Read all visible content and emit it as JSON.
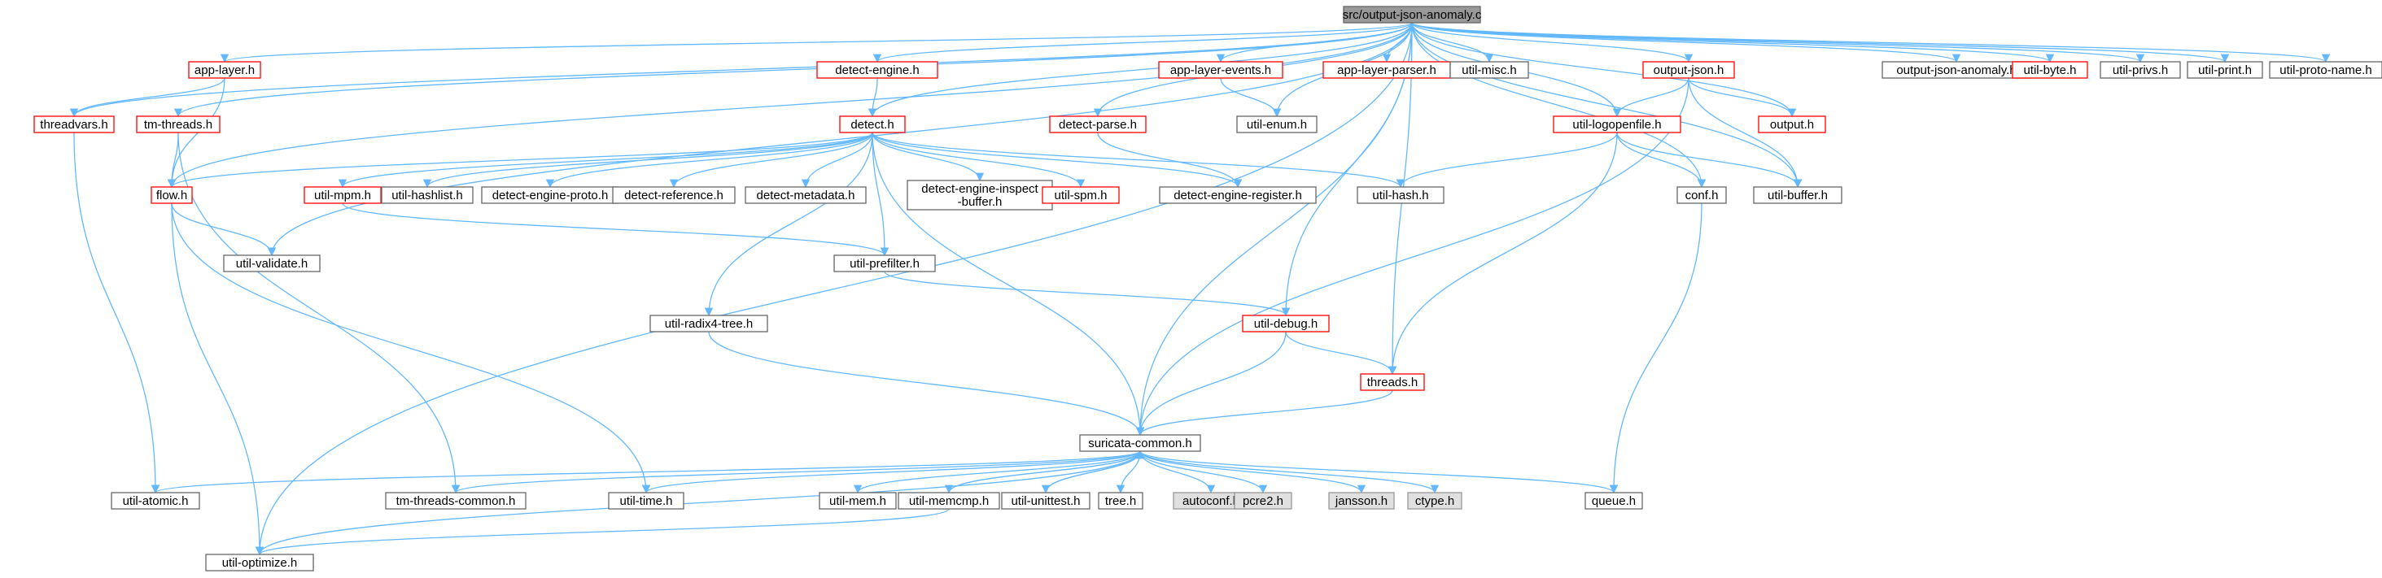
{
  "colors": {
    "edge": "#63b8ff",
    "root_fill": "#999999",
    "root_border": "#666666",
    "normal_fill": "#ffffff",
    "normal_border": "#666666",
    "truncated_border": "#ff0000",
    "external_fill": "#e0e0e0",
    "external_border": "#999999"
  },
  "nodes": [
    {
      "id": "root",
      "label": "src/output-json-anomaly.c",
      "style": "root"
    },
    {
      "id": "app_layer",
      "label": "app-layer.h",
      "style": "truncated"
    },
    {
      "id": "detect_engine",
      "label": "detect-engine.h",
      "style": "truncated"
    },
    {
      "id": "app_layer_events",
      "label": "app-layer-events.h",
      "style": "truncated"
    },
    {
      "id": "app_layer_parser",
      "label": "app-layer-parser.h",
      "style": "truncated"
    },
    {
      "id": "util_misc",
      "label": "util-misc.h",
      "style": "normal"
    },
    {
      "id": "output_json",
      "label": "output-json.h",
      "style": "truncated"
    },
    {
      "id": "output_json_anomaly_h",
      "label": "output-json-anomaly.h",
      "style": "normal"
    },
    {
      "id": "util_byte",
      "label": "util-byte.h",
      "style": "truncated"
    },
    {
      "id": "util_privs",
      "label": "util-privs.h",
      "style": "normal"
    },
    {
      "id": "util_print",
      "label": "util-print.h",
      "style": "normal"
    },
    {
      "id": "util_proto_name",
      "label": "util-proto-name.h",
      "style": "normal"
    },
    {
      "id": "threadvars",
      "label": "threadvars.h",
      "style": "truncated"
    },
    {
      "id": "tm_threads",
      "label": "tm-threads.h",
      "style": "truncated"
    },
    {
      "id": "detect",
      "label": "detect.h",
      "style": "truncated"
    },
    {
      "id": "detect_parse",
      "label": "detect-parse.h",
      "style": "truncated"
    },
    {
      "id": "util_enum",
      "label": "util-enum.h",
      "style": "normal"
    },
    {
      "id": "util_logopenfile",
      "label": "util-logopenfile.h",
      "style": "truncated"
    },
    {
      "id": "output_h",
      "label": "output.h",
      "style": "truncated"
    },
    {
      "id": "flow",
      "label": "flow.h",
      "style": "truncated"
    },
    {
      "id": "util_mpm",
      "label": "util-mpm.h",
      "style": "truncated"
    },
    {
      "id": "util_hashlist",
      "label": "util-hashlist.h",
      "style": "normal"
    },
    {
      "id": "detect_engine_proto",
      "label": "detect-engine-proto.h",
      "style": "normal"
    },
    {
      "id": "detect_reference",
      "label": "detect-reference.h",
      "style": "normal"
    },
    {
      "id": "detect_metadata",
      "label": "detect-metadata.h",
      "style": "normal"
    },
    {
      "id": "detect_engine_inspect_buffer",
      "label": "detect-engine-inspect\n-buffer.h",
      "style": "normal"
    },
    {
      "id": "util_spm",
      "label": "util-spm.h",
      "style": "truncated"
    },
    {
      "id": "detect_engine_register",
      "label": "detect-engine-register.h",
      "style": "normal"
    },
    {
      "id": "util_hash",
      "label": "util-hash.h",
      "style": "normal"
    },
    {
      "id": "conf",
      "label": "conf.h",
      "style": "normal"
    },
    {
      "id": "util_buffer",
      "label": "util-buffer.h",
      "style": "normal"
    },
    {
      "id": "util_validate",
      "label": "util-validate.h",
      "style": "normal"
    },
    {
      "id": "util_prefilter",
      "label": "util-prefilter.h",
      "style": "normal"
    },
    {
      "id": "util_radix4_tree",
      "label": "util-radix4-tree.h",
      "style": "normal"
    },
    {
      "id": "util_debug",
      "label": "util-debug.h",
      "style": "truncated"
    },
    {
      "id": "threads",
      "label": "threads.h",
      "style": "truncated"
    },
    {
      "id": "suricata_common",
      "label": "suricata-common.h",
      "style": "normal"
    },
    {
      "id": "util_atomic",
      "label": "util-atomic.h",
      "style": "normal"
    },
    {
      "id": "tm_threads_common",
      "label": "tm-threads-common.h",
      "style": "normal"
    },
    {
      "id": "util_time",
      "label": "util-time.h",
      "style": "normal"
    },
    {
      "id": "util_mem",
      "label": "util-mem.h",
      "style": "normal"
    },
    {
      "id": "util_memcmp",
      "label": "util-memcmp.h",
      "style": "normal"
    },
    {
      "id": "util_unittest",
      "label": "util-unittest.h",
      "style": "normal"
    },
    {
      "id": "tree",
      "label": "tree.h",
      "style": "normal"
    },
    {
      "id": "autoconf",
      "label": "autoconf.h",
      "style": "external"
    },
    {
      "id": "pcre2",
      "label": "pcre2.h",
      "style": "external"
    },
    {
      "id": "jansson",
      "label": "jansson.h",
      "style": "external"
    },
    {
      "id": "ctype",
      "label": "ctype.h",
      "style": "external"
    },
    {
      "id": "queue",
      "label": "queue.h",
      "style": "normal"
    },
    {
      "id": "util_optimize",
      "label": "util-optimize.h",
      "style": "normal"
    }
  ],
  "edges": [
    [
      "root",
      "app_layer"
    ],
    [
      "root",
      "detect_engine"
    ],
    [
      "root",
      "app_layer_events"
    ],
    [
      "root",
      "app_layer_parser"
    ],
    [
      "root",
      "util_misc"
    ],
    [
      "root",
      "output_json"
    ],
    [
      "root",
      "output_json_anomaly_h"
    ],
    [
      "root",
      "util_byte"
    ],
    [
      "root",
      "util_privs"
    ],
    [
      "root",
      "util_print"
    ],
    [
      "root",
      "util_proto_name"
    ],
    [
      "root",
      "threadvars"
    ],
    [
      "root",
      "tm_threads"
    ],
    [
      "root",
      "flow"
    ],
    [
      "root",
      "util_optimize"
    ],
    [
      "root",
      "detect"
    ],
    [
      "root",
      "detect_parse"
    ],
    [
      "root",
      "util_enum"
    ],
    [
      "root",
      "util_logopenfile"
    ],
    [
      "root",
      "output_h"
    ],
    [
      "root",
      "util_buffer"
    ],
    [
      "root",
      "conf"
    ],
    [
      "root",
      "threads"
    ],
    [
      "root",
      "suricata_common"
    ],
    [
      "root",
      "util_debug"
    ],
    [
      "root",
      "util_validate"
    ],
    [
      "app_layer",
      "threadvars"
    ],
    [
      "app_layer",
      "flow"
    ],
    [
      "app_layer_events",
      "util_enum"
    ],
    [
      "detect_engine",
      "detect"
    ],
    [
      "tm_threads",
      "flow"
    ],
    [
      "tm_threads",
      "tm_threads_common"
    ],
    [
      "threadvars",
      "util_atomic"
    ],
    [
      "detect",
      "flow"
    ],
    [
      "detect",
      "util_mpm"
    ],
    [
      "detect",
      "util_hashlist"
    ],
    [
      "detect",
      "detect_engine_proto"
    ],
    [
      "detect",
      "detect_reference"
    ],
    [
      "detect",
      "detect_metadata"
    ],
    [
      "detect",
      "detect_engine_inspect_buffer"
    ],
    [
      "detect",
      "util_spm"
    ],
    [
      "detect",
      "detect_engine_register"
    ],
    [
      "detect",
      "util_hash"
    ],
    [
      "detect",
      "util_prefilter"
    ],
    [
      "detect",
      "util_radix4_tree"
    ],
    [
      "detect",
      "suricata_common"
    ],
    [
      "detect_parse",
      "detect_engine_register"
    ],
    [
      "output_json",
      "util_logopenfile"
    ],
    [
      "output_json",
      "output_h"
    ],
    [
      "output_json",
      "util_buffer"
    ],
    [
      "output_json",
      "suricata_common"
    ],
    [
      "util_logopenfile",
      "util_hash"
    ],
    [
      "util_logopenfile",
      "conf"
    ],
    [
      "util_logopenfile",
      "util_buffer"
    ],
    [
      "util_logopenfile",
      "threads"
    ],
    [
      "flow",
      "util_validate"
    ],
    [
      "flow",
      "util_time"
    ],
    [
      "flow",
      "util_optimize"
    ],
    [
      "util_mpm",
      "util_prefilter"
    ],
    [
      "util_prefilter",
      "util_debug"
    ],
    [
      "util_debug",
      "threads"
    ],
    [
      "util_debug",
      "suricata_common"
    ],
    [
      "util_radix4_tree",
      "suricata_common"
    ],
    [
      "threads",
      "suricata_common"
    ],
    [
      "conf",
      "queue"
    ],
    [
      "suricata_common",
      "util_atomic"
    ],
    [
      "suricata_common",
      "tm_threads_common"
    ],
    [
      "suricata_common",
      "util_time"
    ],
    [
      "suricata_common",
      "util_mem"
    ],
    [
      "suricata_common",
      "util_memcmp"
    ],
    [
      "suricata_common",
      "util_unittest"
    ],
    [
      "suricata_common",
      "tree"
    ],
    [
      "suricata_common",
      "autoconf"
    ],
    [
      "suricata_common",
      "pcre2"
    ],
    [
      "suricata_common",
      "jansson"
    ],
    [
      "suricata_common",
      "ctype"
    ],
    [
      "suricata_common",
      "queue"
    ],
    [
      "suricata_common",
      "util_optimize"
    ],
    [
      "util_memcmp",
      "suricata_common"
    ],
    [
      "util_memcmp",
      "util_optimize"
    ],
    [
      "util_unittest",
      "suricata_common"
    ]
  ]
}
